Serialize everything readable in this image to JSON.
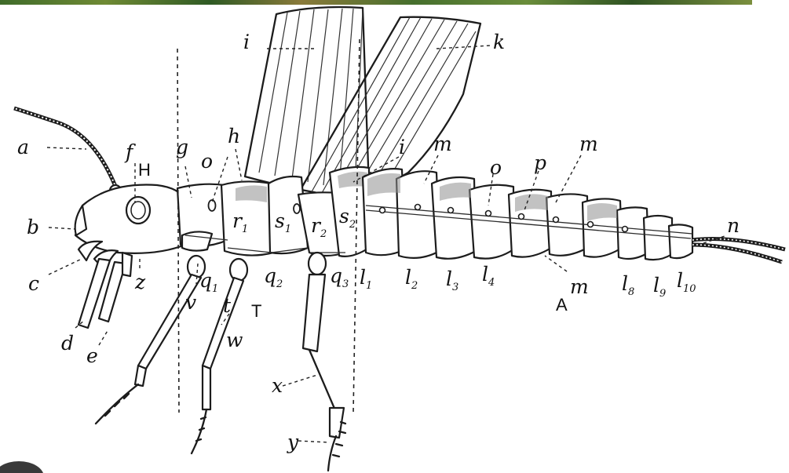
{
  "figure": {
    "colors": {
      "ink": "#1c1c1c",
      "paper": "#ffffff",
      "photo_strip": "#466f2d"
    },
    "region_labels": {
      "head": "H",
      "thorax": "T",
      "abdomen": "A"
    },
    "part_labels": {
      "a": "a",
      "b": "b",
      "c": "c",
      "d": "d",
      "e": "e",
      "f": "f",
      "g": "g",
      "h": "h",
      "i": "i",
      "k": "k",
      "m": "m",
      "n": "n",
      "o": "o",
      "p": "p",
      "v": "v",
      "w": "w",
      "x": "x",
      "y": "y",
      "z": "z",
      "t": "t"
    },
    "subscripted_labels": {
      "r1": {
        "base": "r",
        "sub": "1"
      },
      "r2": {
        "base": "r",
        "sub": "2"
      },
      "s1": {
        "base": "s",
        "sub": "1"
      },
      "s2": {
        "base": "s",
        "sub": "2"
      },
      "q1": {
        "base": "q",
        "sub": "1"
      },
      "q2": {
        "base": "q",
        "sub": "2"
      },
      "q3": {
        "base": "q",
        "sub": "3"
      },
      "l1": {
        "base": "l",
        "sub": "1"
      },
      "l2": {
        "base": "l",
        "sub": "2"
      },
      "l3": {
        "base": "l",
        "sub": "3"
      },
      "l4": {
        "base": "l",
        "sub": "4"
      },
      "l8": {
        "base": "l",
        "sub": "8"
      },
      "l9": {
        "base": "l",
        "sub": "9"
      },
      "l10": {
        "base": "l",
        "sub": "10"
      }
    }
  }
}
